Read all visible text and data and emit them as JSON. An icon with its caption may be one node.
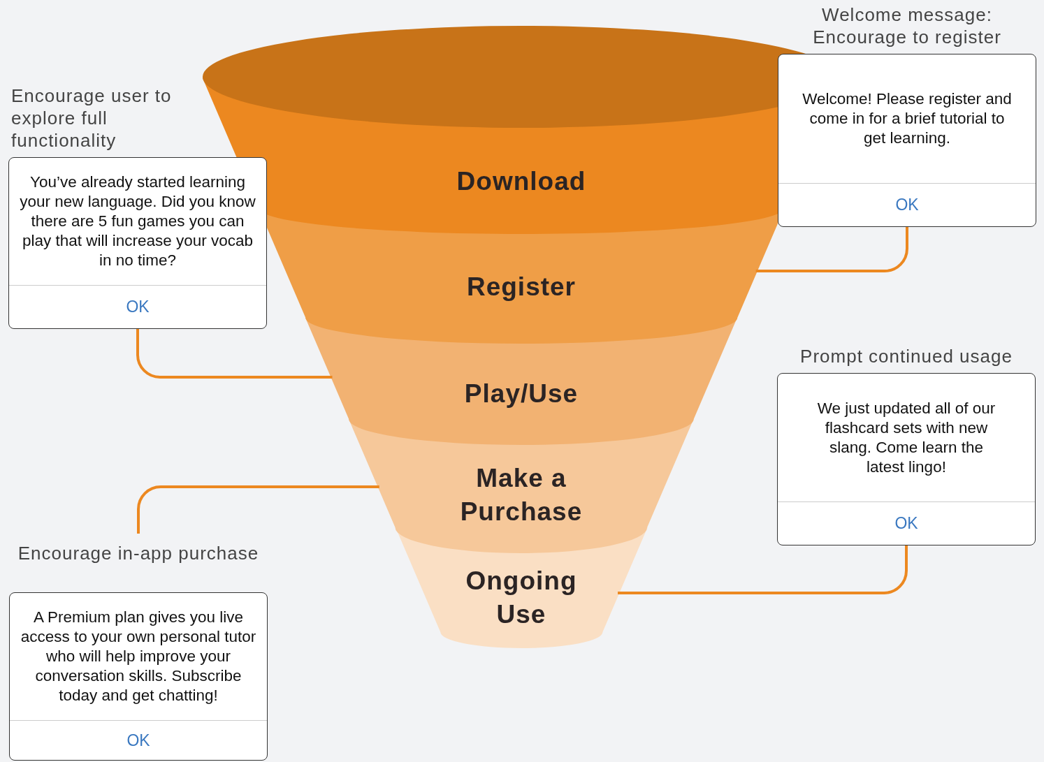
{
  "diagram": {
    "nodes": [
      {
        "text": [
          "Download"
        ]
      },
      {
        "text": [
          "Register"
        ]
      },
      {
        "text": [
          "Play/Use"
        ]
      },
      {
        "text": [
          "Make a Purchase"
        ]
      },
      {
        "text": [
          "Ongoing Use"
        ]
      },
      {
        "text": [
          "Welcome message: Encourage to register",
          "Welcome! Please register and come in for a brief tutorial to get learning.",
          "OK"
        ]
      },
      {
        "text": [
          "Encourage user to explore full functionality",
          "You’ve already started learning your new language. Did you know there are 5 fun games you can play that will increase your vocab in no time?",
          "OK"
        ]
      },
      {
        "text": [
          "Prompt continued usage",
          "We just updated all of our flashcard sets with new slang. Come learn the latest lingo!",
          "OK"
        ]
      },
      {
        "text": [
          "Encourage in-app purchase",
          "A Premium plan gives you live access to your own personal tutor who will help improve your conversation skills. Subscribe today and get chatting!",
          "OK"
        ]
      }
    ],
    "edges": [
      {
        "from": 5,
        "to": 1,
        "arrow": "none"
      },
      {
        "from": 6,
        "to": 2,
        "arrow": "none"
      },
      {
        "from": 3,
        "to": 8,
        "arrow": "none"
      },
      {
        "from": 7,
        "to": 4,
        "arrow": "none"
      }
    ]
  }
}
